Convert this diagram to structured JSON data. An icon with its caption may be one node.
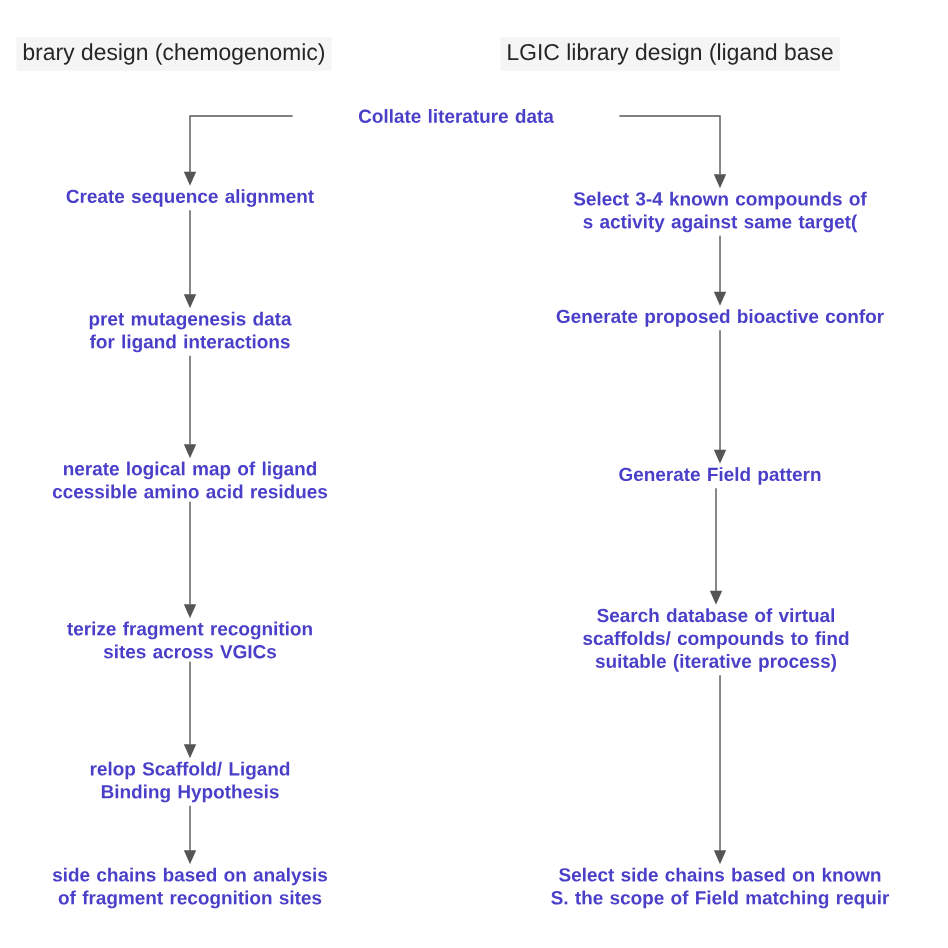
{
  "diagram": {
    "nodes": [
      {
        "text": [
          "Collate literature data"
        ]
      },
      {
        "text": [
          "Create sequence alignment"
        ]
      },
      {
        "text": [
          "pret mutagenesis data for ligand interactions"
        ]
      },
      {
        "text": [
          "nerate logical map of ligand ccessible amino acid residues"
        ]
      },
      {
        "text": [
          "terize fragment recognition sites across VGICs"
        ]
      },
      {
        "text": [
          "relop Scaffold/ Ligand Binding Hypothesis"
        ]
      },
      {
        "text": [
          "side chains based on analysis of fragment recognition sites"
        ]
      },
      {
        "text": [
          "Select 3-4 known compounds of s activity against same target("
        ]
      },
      {
        "text": [
          "Generate proposed bioactive confor"
        ]
      },
      {
        "text": [
          "Generate Field pattern"
        ]
      },
      {
        "text": [
          "Search database of virtual scaffolds/ compounds to find suitable (iterative process)"
        ]
      },
      {
        "text": [
          "Select side chains based on known S. the scope of Field matching requir"
        ]
      }
    ],
    "edges": [
      {
        "from": 0,
        "to": 1,
        "arrow": "to"
      },
      {
        "from": 0,
        "to": 7,
        "arrow": "to"
      },
      {
        "from": 1,
        "to": 2,
        "arrow": "to"
      },
      {
        "from": 2,
        "to": 3,
        "arrow": "to"
      },
      {
        "from": 3,
        "to": 4,
        "arrow": "to"
      },
      {
        "from": 4,
        "to": 5,
        "arrow": "to"
      },
      {
        "from": 5,
        "to": 6,
        "arrow": "to"
      },
      {
        "from": 7,
        "to": 8,
        "arrow": "to"
      },
      {
        "from": 8,
        "to": 9,
        "arrow": "to"
      },
      {
        "from": 9,
        "to": 10,
        "arrow": "to"
      },
      {
        "from": 10,
        "to": 11,
        "arrow": "to"
      }
    ],
    "labels": [
      "brary design (chemogenomic)",
      "LGIC library design (ligand base"
    ]
  }
}
